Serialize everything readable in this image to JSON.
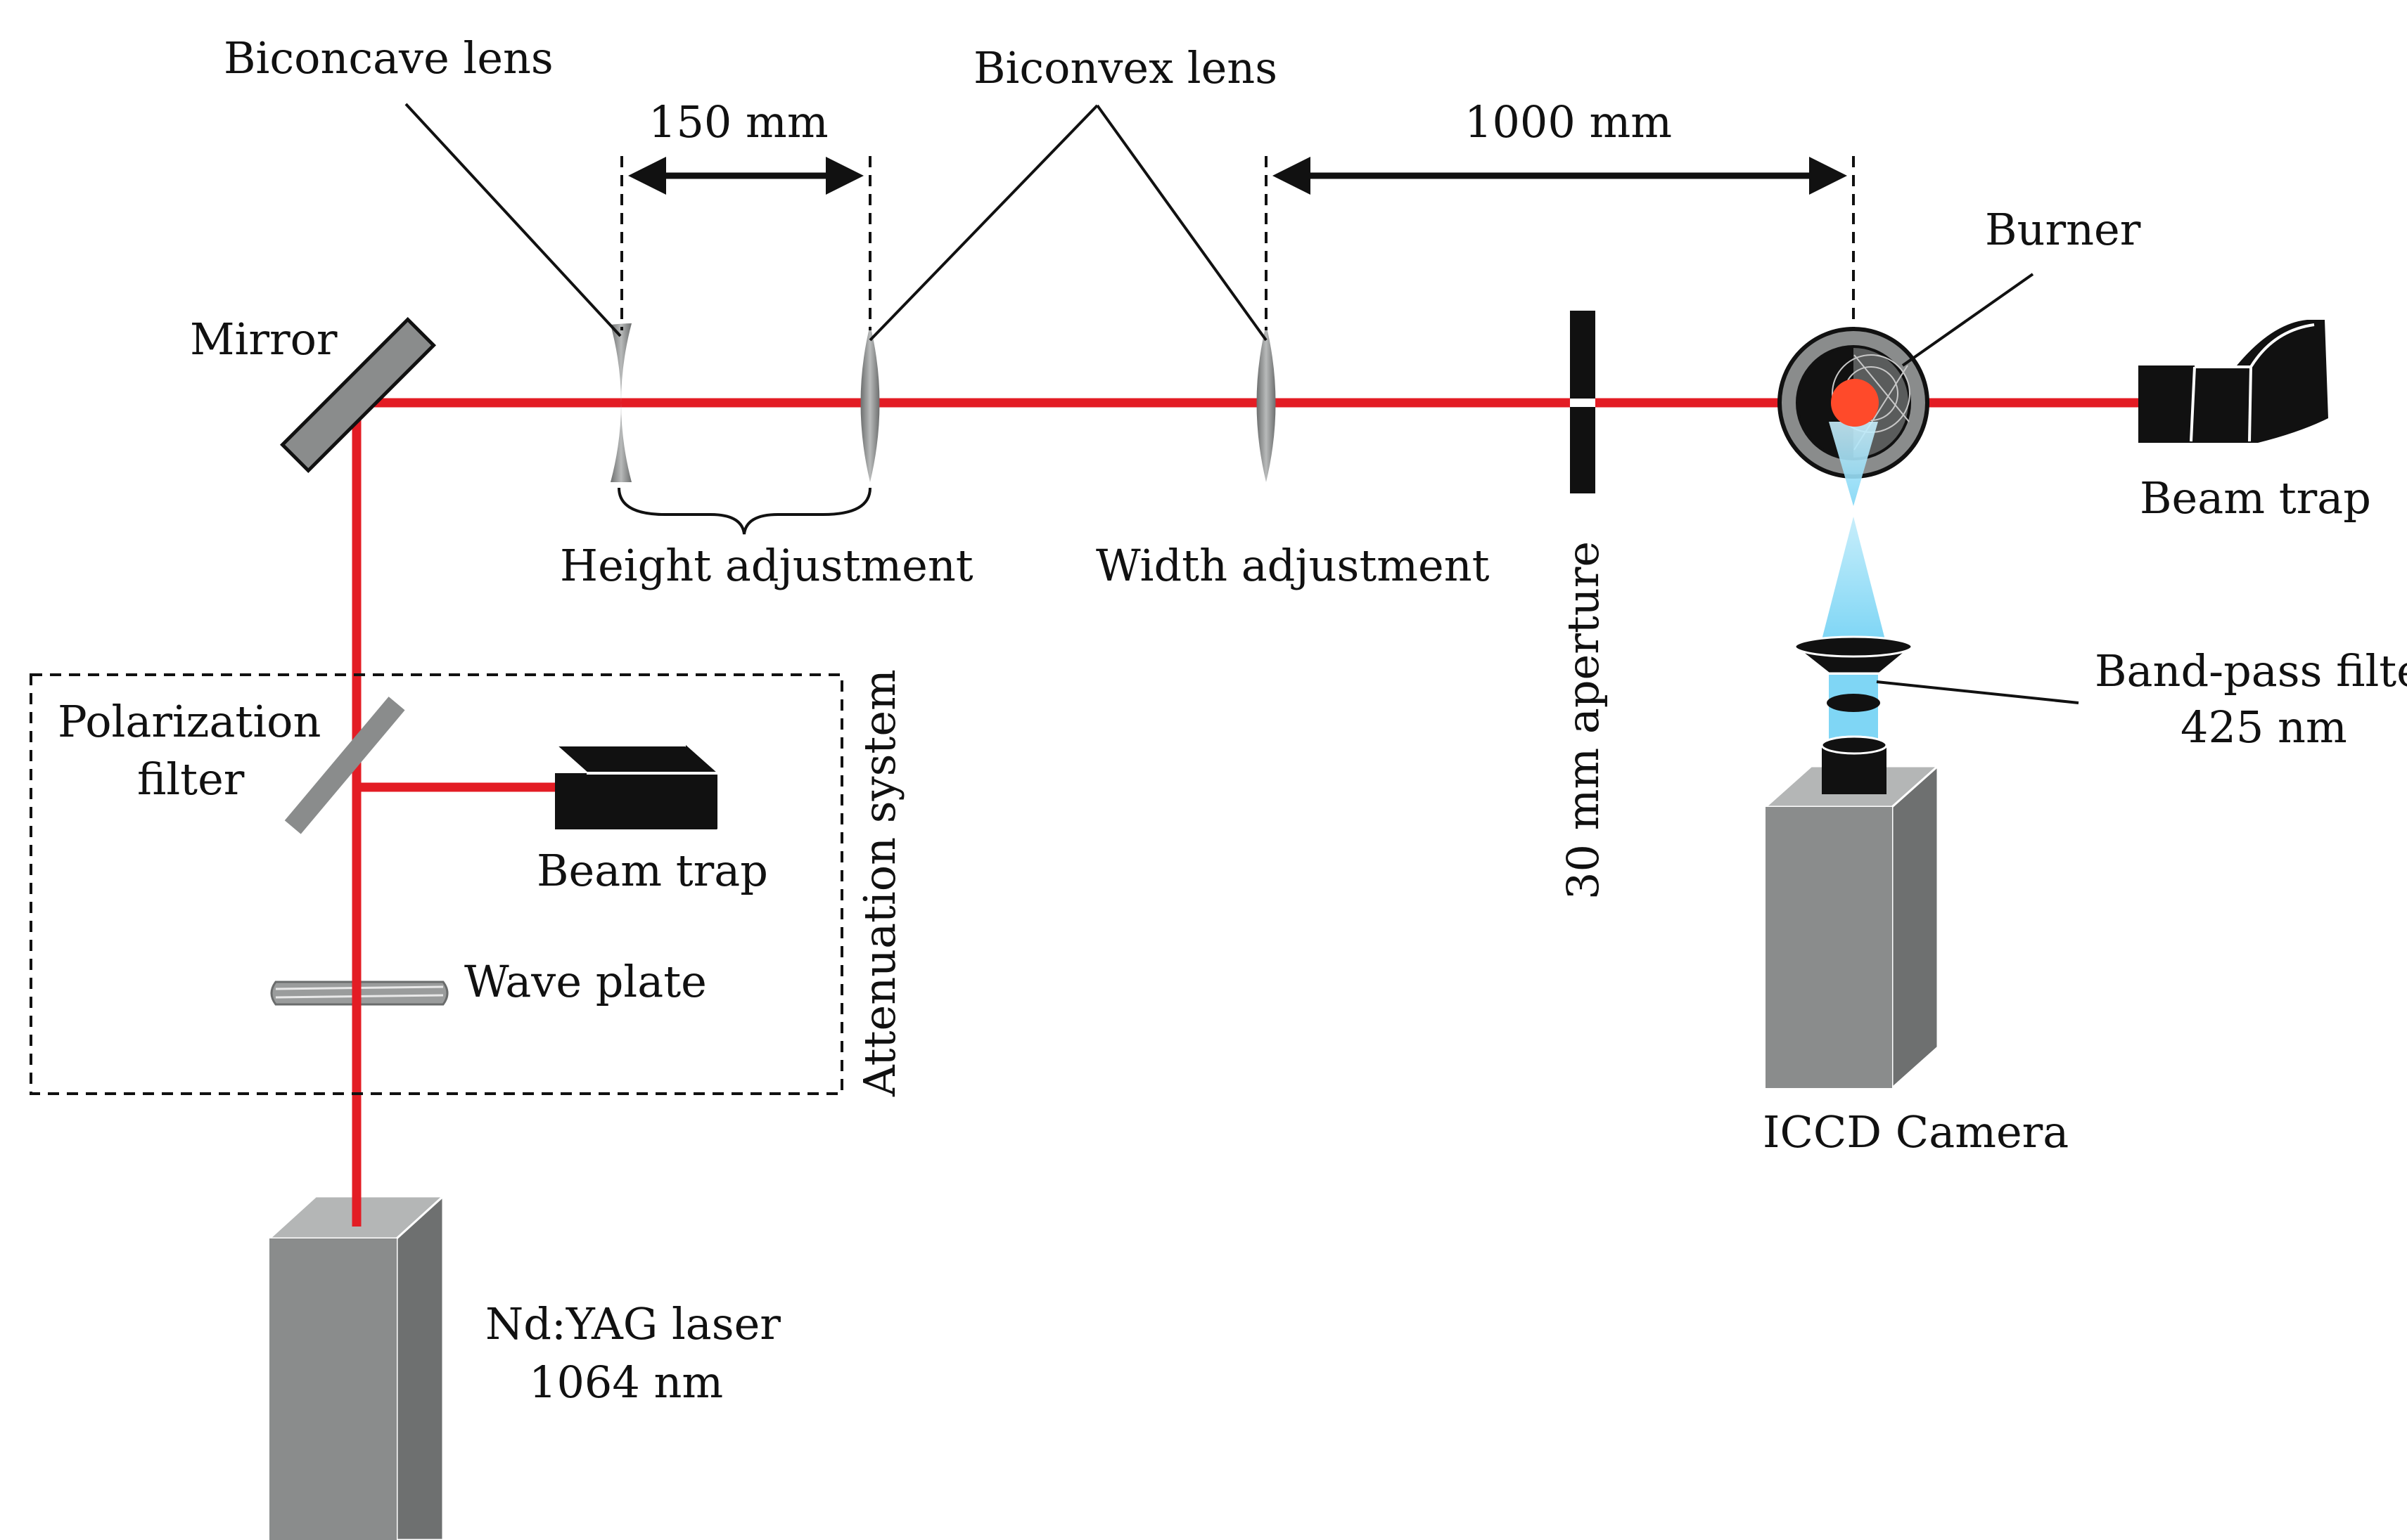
{
  "labels": {
    "biconcave_lens": "Biconcave lens",
    "dim_150": "150 mm",
    "biconvex_lens": "Biconvex lens",
    "dim_1000": "1000 mm",
    "burner": "Burner",
    "mirror": "Mirror",
    "beam_trap_right": "Beam trap",
    "height_adjustment": "Height adjustment",
    "width_adjustment": "Width adjustment",
    "aperture": "30 mm aperture",
    "band_pass_line1": "Band-pass filter",
    "band_pass_line2": "425 nm",
    "polarization_line1": "Polarization",
    "polarization_line2": "filter",
    "beam_trap_left": "Beam trap",
    "wave_plate": "Wave plate",
    "attenuation_system": "Attenuation system",
    "icc_camera": "ICCD Camera",
    "laser_line1": "Nd:YAG laser",
    "laser_line2": "1064 nm"
  },
  "colors": {
    "laser_beam": "#e31c24",
    "component_gray": "#8a8c8c",
    "fluorescence": "#7fd6f5",
    "focal_spot": "#ff4a2a",
    "black": "#111111"
  }
}
